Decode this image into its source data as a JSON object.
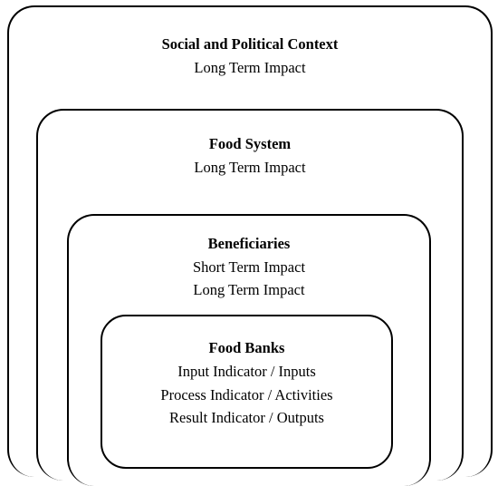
{
  "diagram": {
    "social_context": {
      "title": "Social and Political Context",
      "lines": [
        "Long Term Impact"
      ]
    },
    "food_system": {
      "title": "Food System",
      "lines": [
        "Long Term Impact"
      ]
    },
    "beneficiaries": {
      "title": "Beneficiaries",
      "lines": [
        "Short Term Impact",
        "Long Term Impact"
      ]
    },
    "food_banks": {
      "title": "Food Banks",
      "lines": [
        "Input Indicator / Inputs",
        "Process Indicator / Activities",
        "Result Indicator / Outputs"
      ]
    },
    "colors": {
      "stroke": "#000000",
      "fill": "#ffffff"
    }
  }
}
